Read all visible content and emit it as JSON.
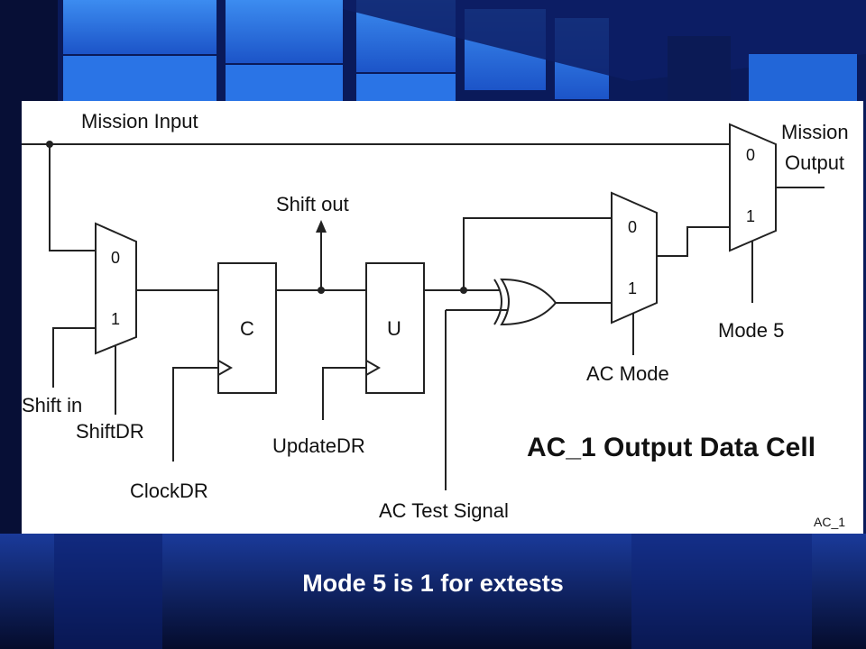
{
  "slide": {
    "caption": "Mode 5 is 1 for extests"
  },
  "diagram": {
    "title": "AC_1 Output Data Cell",
    "corner_tag": "AC_1",
    "signals": {
      "mission_input": "Mission Input",
      "mission_output_line1": "Mission",
      "mission_output_line2": "Output",
      "shift_out": "Shift out",
      "shift_in": "Shift in",
      "shift_dr": "ShiftDR",
      "clock_dr": "ClockDR",
      "update_dr": "UpdateDR",
      "ac_test_signal": "AC Test Signal",
      "ac_mode": "AC Mode",
      "mode5": "Mode 5"
    },
    "mux_inputs": {
      "zero": "0",
      "one": "1"
    },
    "registers": {
      "capture": "C",
      "update": "U"
    }
  }
}
